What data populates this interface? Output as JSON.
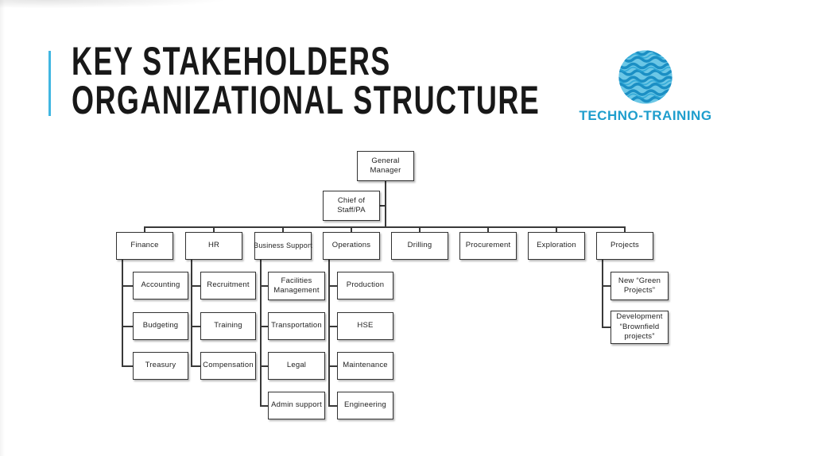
{
  "slide": {
    "title_line1": "KEY STAKEHOLDERS",
    "title_line2": "ORGANIZATIONAL STRUCTURE",
    "title_color": "#181818",
    "accent_color": "#41b6e1",
    "background_color": "#ffffff"
  },
  "logo": {
    "text": "TECHNO-TRAINING",
    "text_color": "#1f9ecd",
    "globe_icon": "wavy-water-sphere",
    "globe_fill": "#6cc7e6",
    "globe_wave_color": "#1b8fc4"
  },
  "org_chart": {
    "type": "org-tree",
    "line_color": "#393939",
    "box_border_color": "#323232",
    "hierarchy": {
      "root": "General Manager",
      "staff": "Chief of Staff/PA",
      "departments": [
        {
          "name": "Finance",
          "children": [
            "Accounting",
            "Budgeting",
            "Treasury"
          ]
        },
        {
          "name": "HR",
          "children": [
            "Recruitment",
            "Training",
            "Compensation"
          ]
        },
        {
          "name": "Business Support",
          "children": [
            "Facilities Management",
            "Transportation",
            "Legal",
            "Admin support"
          ]
        },
        {
          "name": "Operations",
          "children": [
            "Production",
            "HSE",
            "Maintenance",
            "Engineering"
          ]
        },
        {
          "name": "Drilling",
          "children": []
        },
        {
          "name": "Procurement",
          "children": []
        },
        {
          "name": "Exploration",
          "children": []
        },
        {
          "name": "Projects",
          "children": [
            "New “Green Projects”",
            "Development “Brownfield projects”"
          ]
        }
      ]
    }
  }
}
